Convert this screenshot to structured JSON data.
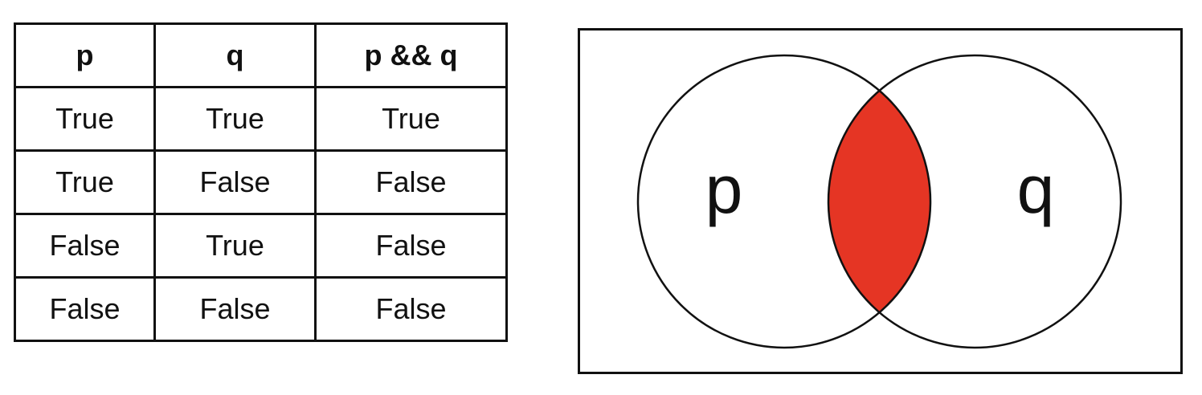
{
  "truth_table": {
    "headers": [
      "p",
      "q",
      "p && q"
    ],
    "rows": [
      [
        "True",
        "True",
        "True"
      ],
      [
        "True",
        "False",
        "False"
      ],
      [
        "False",
        "True",
        "False"
      ],
      [
        "False",
        "False",
        "False"
      ]
    ]
  },
  "venn": {
    "left_label": "p",
    "right_label": "q",
    "intersection_color": "#e53524",
    "outline_color": "#111111"
  }
}
